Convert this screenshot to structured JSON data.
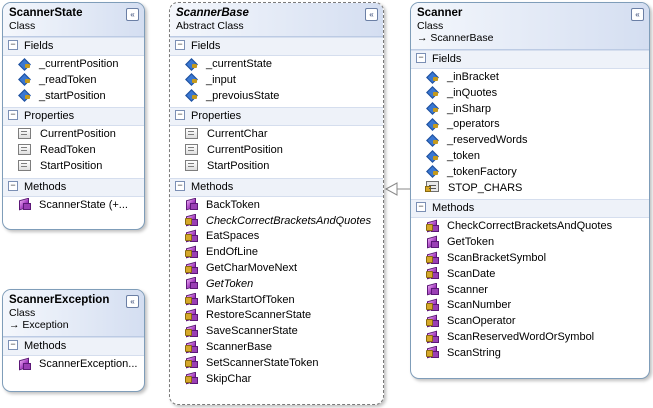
{
  "classes": {
    "scanner_state": {
      "name": "ScannerState",
      "kind": "Class",
      "sections": {
        "fields": {
          "label": "Fields",
          "items": [
            "_currentPosition",
            "_readToken",
            "_startPosition"
          ]
        },
        "properties": {
          "label": "Properties",
          "items": [
            "CurrentPosition",
            "ReadToken",
            "StartPosition"
          ]
        },
        "methods": {
          "label": "Methods",
          "items": [
            "ScannerState (+..."
          ]
        }
      }
    },
    "scanner_exception": {
      "name": "ScannerException",
      "kind": "Class",
      "base": "Exception",
      "sections": {
        "methods": {
          "label": "Methods",
          "items": [
            "ScannerException..."
          ]
        }
      }
    },
    "scanner_base": {
      "name": "ScannerBase",
      "kind": "Abstract Class",
      "sections": {
        "fields": {
          "label": "Fields",
          "items": [
            "_currentState",
            "_input",
            "_prevoiusState"
          ]
        },
        "properties": {
          "label": "Properties",
          "items": [
            "CurrentChar",
            "CurrentPosition",
            "StartPosition"
          ]
        },
        "methods": {
          "label": "Methods",
          "items": [
            "BackToken",
            "CheckCorrectBracketsAndQuotes",
            "EatSpaces",
            "EndOfLine",
            "GetCharMoveNext",
            "GetToken",
            "MarkStartOfToken",
            "RestoreScannerState",
            "SaveScannerState",
            "ScannerBase",
            "SetScannerStateToken",
            "SkipChar"
          ]
        }
      }
    },
    "scanner": {
      "name": "Scanner",
      "kind": "Class",
      "base": "ScannerBase",
      "sections": {
        "fields": {
          "label": "Fields",
          "items": [
            "_inBracket",
            "_inQuotes",
            "_inSharp",
            "_operators",
            "_reservedWords",
            "_token",
            "_tokenFactory",
            "STOP_CHARS"
          ]
        },
        "methods": {
          "label": "Methods",
          "items": [
            "CheckCorrectBracketsAndQuotes",
            "GetToken",
            "ScanBracketSymbol",
            "ScanDate",
            "Scanner",
            "ScanNumber",
            "ScanOperator",
            "ScanReservedWordOrSymbol",
            "ScanString"
          ]
        }
      }
    }
  },
  "glyphs": {
    "collapse": "«",
    "expand_section": "−",
    "inherits_arrow": "→"
  },
  "colors": {
    "header_start": "#f4f7fc",
    "header_end": "#d4def1",
    "border": "#7f9db9",
    "connector": "#8a8a8a"
  }
}
